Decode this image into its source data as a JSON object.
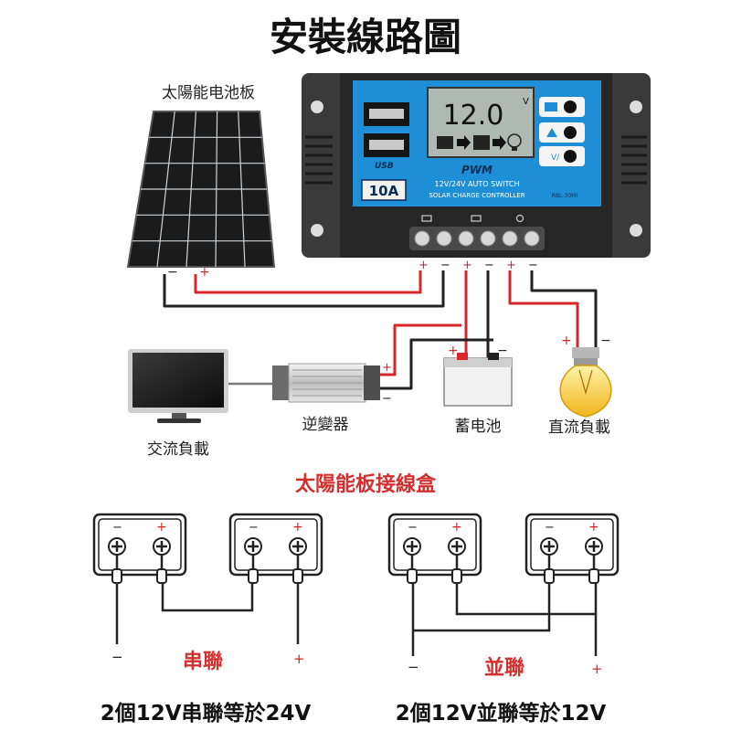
{
  "title": "安裝線路圖",
  "labels": {
    "solar_panel": "太陽能电池板",
    "inverter": "逆變器",
    "battery": "蓄电池",
    "dc_load": "直流負載",
    "ac_load": "交流負載"
  },
  "controller": {
    "lcd_reading": "12.0",
    "lcd_unit": "V",
    "usb_label": "USB",
    "brand": "PWM",
    "spec_line1": "12V/24V AUTO SWITCH",
    "spec_line2": "SOLAR CHARGE CONTROLLER",
    "model": "RBL-30MI",
    "current_rating": "10A",
    "terminal_signs": [
      "+",
      "−",
      "+",
      "−",
      "+",
      "−"
    ]
  },
  "polarity": {
    "plus": "+",
    "minus": "−"
  },
  "junction_box": {
    "title": "太陽能板接線盒",
    "series_label": "串聯",
    "parallel_label": "並聯",
    "series_caption": "2個12V串聯等於24V",
    "parallel_caption": "2個12V並聯等於12V"
  },
  "colors": {
    "wire_red": "#d9262b",
    "wire_black": "#222222",
    "controller_blue": "#1e8fd6",
    "title_red": "#d32f2f"
  }
}
